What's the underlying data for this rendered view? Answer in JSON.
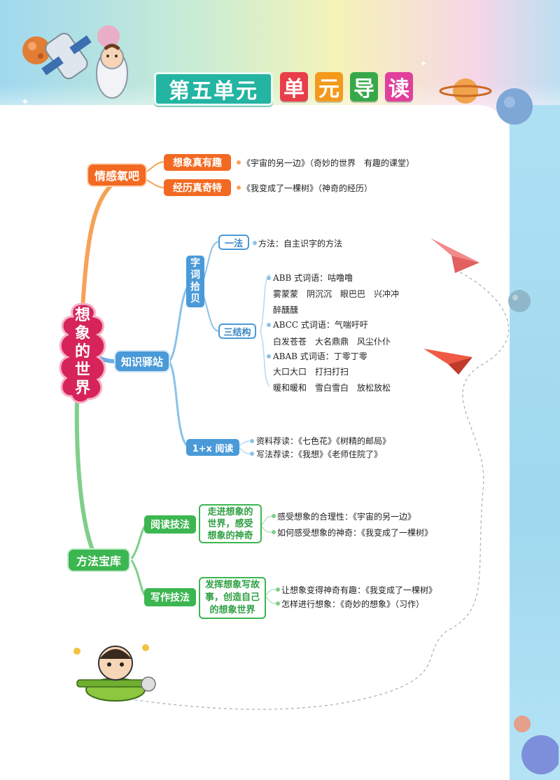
{
  "header": {
    "title_left": "第五单元",
    "title_chars": [
      "单",
      "元",
      "导",
      "读"
    ],
    "title_char_colors": [
      "#e83e4a",
      "#f39a1c",
      "#37a84a",
      "#e0409c"
    ]
  },
  "colors": {
    "orange": "#f26a22",
    "blue": "#4a9ad8",
    "green": "#3cb650",
    "root": "#d6245a"
  },
  "root": {
    "label": [
      "想",
      "象",
      "的",
      "世",
      "界"
    ]
  },
  "branch_emotion": {
    "label": "情感氧吧",
    "items": [
      {
        "label": "想象真有趣",
        "leaf": "《宇宙的另一边》（奇妙的世界　有趣的课堂）"
      },
      {
        "label": "经历真奇特",
        "leaf": "《我变成了一棵树》（神奇的经历）"
      }
    ]
  },
  "branch_knowledge": {
    "label": "知识驿站",
    "ziciyinbei": {
      "label": [
        "字",
        "词",
        "拾",
        "贝"
      ]
    },
    "yifa": {
      "label": "一法",
      "leaf": "方法：自主识字的方法"
    },
    "sanjiegou": {
      "label": "三结构",
      "groups": [
        {
          "head": "ABB 式词语：咕噜噜",
          "lines": [
            "雾蒙蒙　阴沉沉　眼巴巴　兴冲冲",
            "醉醺醺"
          ]
        },
        {
          "head": "ABCC 式词语：气喘吁吁",
          "lines": [
            "白发苍苍　大名鼎鼎　风尘仆仆"
          ]
        },
        {
          "head": "ABAB 式词语：丁零丁零",
          "lines": [
            "大口大口　打扫打扫",
            "暖和暖和　雪白雪白　放松放松"
          ]
        }
      ]
    },
    "reading": {
      "label": "1+x 阅读",
      "items": [
        "资料荐读：《七色花》《树精的邮局》",
        "写法荐读：《我想》《老师住院了》"
      ]
    }
  },
  "branch_method": {
    "label": "方法宝库",
    "reading_skill": {
      "label": "阅读技法",
      "box": [
        "走进想象的",
        "世界，感受",
        "想象的神奇"
      ],
      "items": [
        "感受想象的合理性：《宇宙的另一边》",
        "如何感受想象的神奇：《我变成了一棵树》"
      ]
    },
    "writing_skill": {
      "label": "写作技法",
      "box": [
        "发挥想象写故",
        "事，创造自己",
        "的想象世界"
      ],
      "items": [
        "让想象变得神奇有趣：《我变成了一棵树》",
        "怎样进行想象：《奇妙的想象》（习作）"
      ]
    }
  }
}
